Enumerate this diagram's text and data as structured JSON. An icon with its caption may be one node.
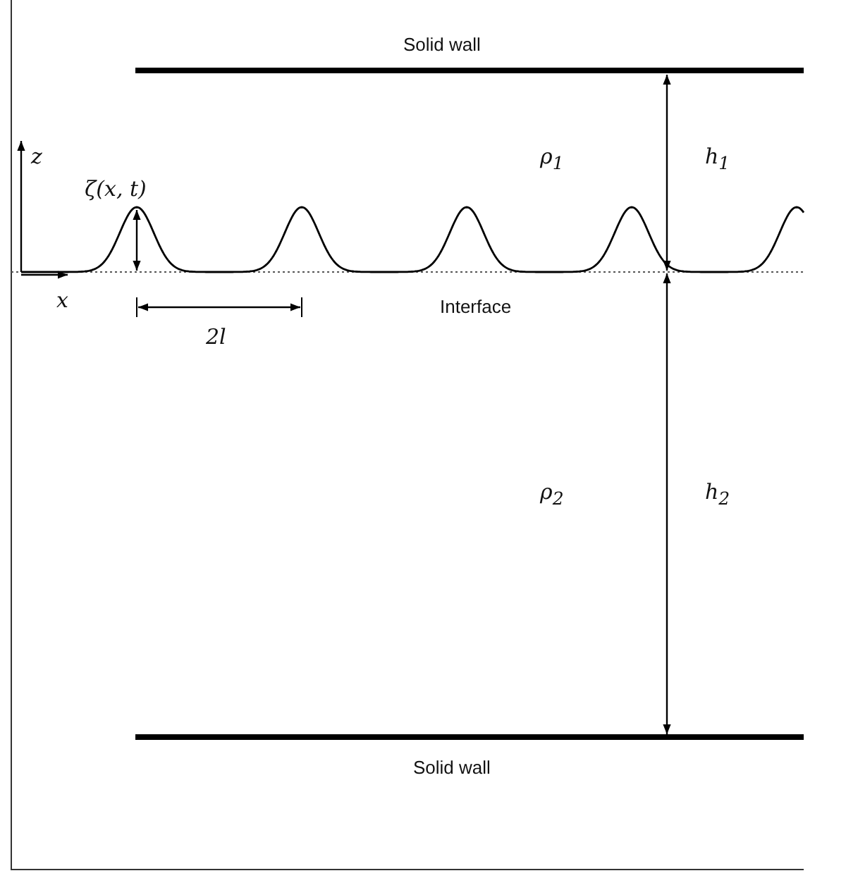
{
  "diagram": {
    "labels": [
      "Solid wall",
      "z",
      "ρ$_{1}$",
      "h$_{1}$",
      "ζ(x, t)",
      "x",
      "Interface",
      "2l",
      "ρ$_{2}$",
      "h$_{2}$",
      "Solid wall"
    ]
  }
}
